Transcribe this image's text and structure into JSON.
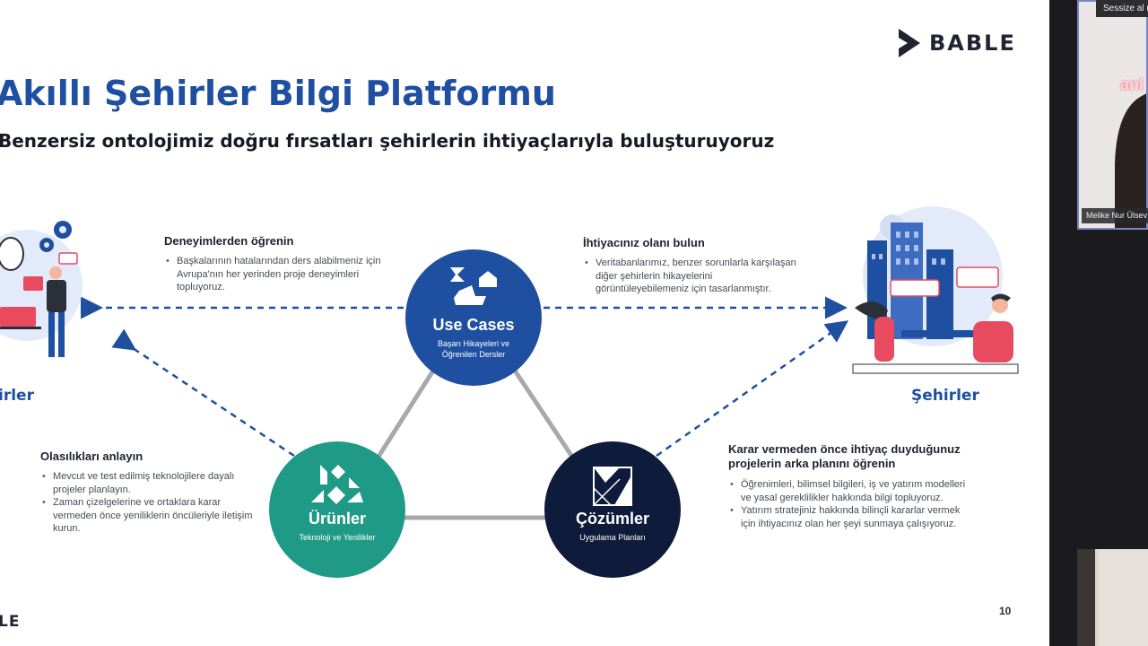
{
  "slide": {
    "title": "Akıllı Şehirler Bilgi Platformu",
    "subtitle": "Benzersiz ontolojimiz doğru fırsatları şehirlerin ihtiyaçlarıyla buluşturuyoruz",
    "logo_text": "BABLE",
    "page_number": "10",
    "bottom_logo_fragment": "LE",
    "left_city_label_fragment": "irler",
    "right_city_label": "Şehirler"
  },
  "blocks": {
    "learn": {
      "heading": "Deneyimlerden öğrenin",
      "bullets": [
        "Başkalarının hatalarından ders alabilmeniz için Avrupa'nın her yerinden proje deneyimleri topluyoruz."
      ]
    },
    "find": {
      "heading": "İhtiyacınız olanı bulun",
      "bullets": [
        "Veritabanlarımız, benzer sorunlarla karşılaşan diğer şehirlerin hikayelerini görüntüleyebilemeniz için tasarlanmıştır."
      ]
    },
    "understand": {
      "heading": "Olasılıkları anlayın",
      "bullets": [
        "Mevcut ve test edilmiş teknolojilere dayalı projeler planlayın.",
        "Zaman çizelgelerine ve ortaklara karar vermeden önce yeniliklerin öncüleriyle iletişim kurun."
      ]
    },
    "background": {
      "heading": "Karar vermeden önce ihtiyaç duyduğunuz projelerin arka planını öğrenin",
      "bullets": [
        "Öğrenimleri, bilimsel bilgileri, iş ve yatırım modelleri ve yasal gereklilikler hakkında bilgi topluyoruz.",
        "Yatırım stratejiniz hakkında bilinçli kararlar vermek için ihtiyacınız olan her şeyi sunmaya çalışıyoruz."
      ]
    }
  },
  "circles": {
    "use_cases": {
      "title": "Use Cases",
      "subtitle": "Başarı Hikayeleri ve Öğrenilen Dersler",
      "color": "#1f4fa0"
    },
    "products": {
      "title": "Ürünler",
      "subtitle": "Teknoloji ve Yenilikler",
      "color": "#1f9a87"
    },
    "solutions": {
      "title": "Çözümler",
      "subtitle": "Uygulama Planları",
      "color": "#0f1b3a"
    }
  },
  "video_call": {
    "mute_badge": "Sessize al (C",
    "top_overlay_text": "anl",
    "participant_name": "Melike Nur Ülsev"
  },
  "colors": {
    "brand_blue": "#1f4fa0",
    "teal": "#1f9a87",
    "navy": "#0f1b3a",
    "connector_gray": "#a7a9ad"
  }
}
